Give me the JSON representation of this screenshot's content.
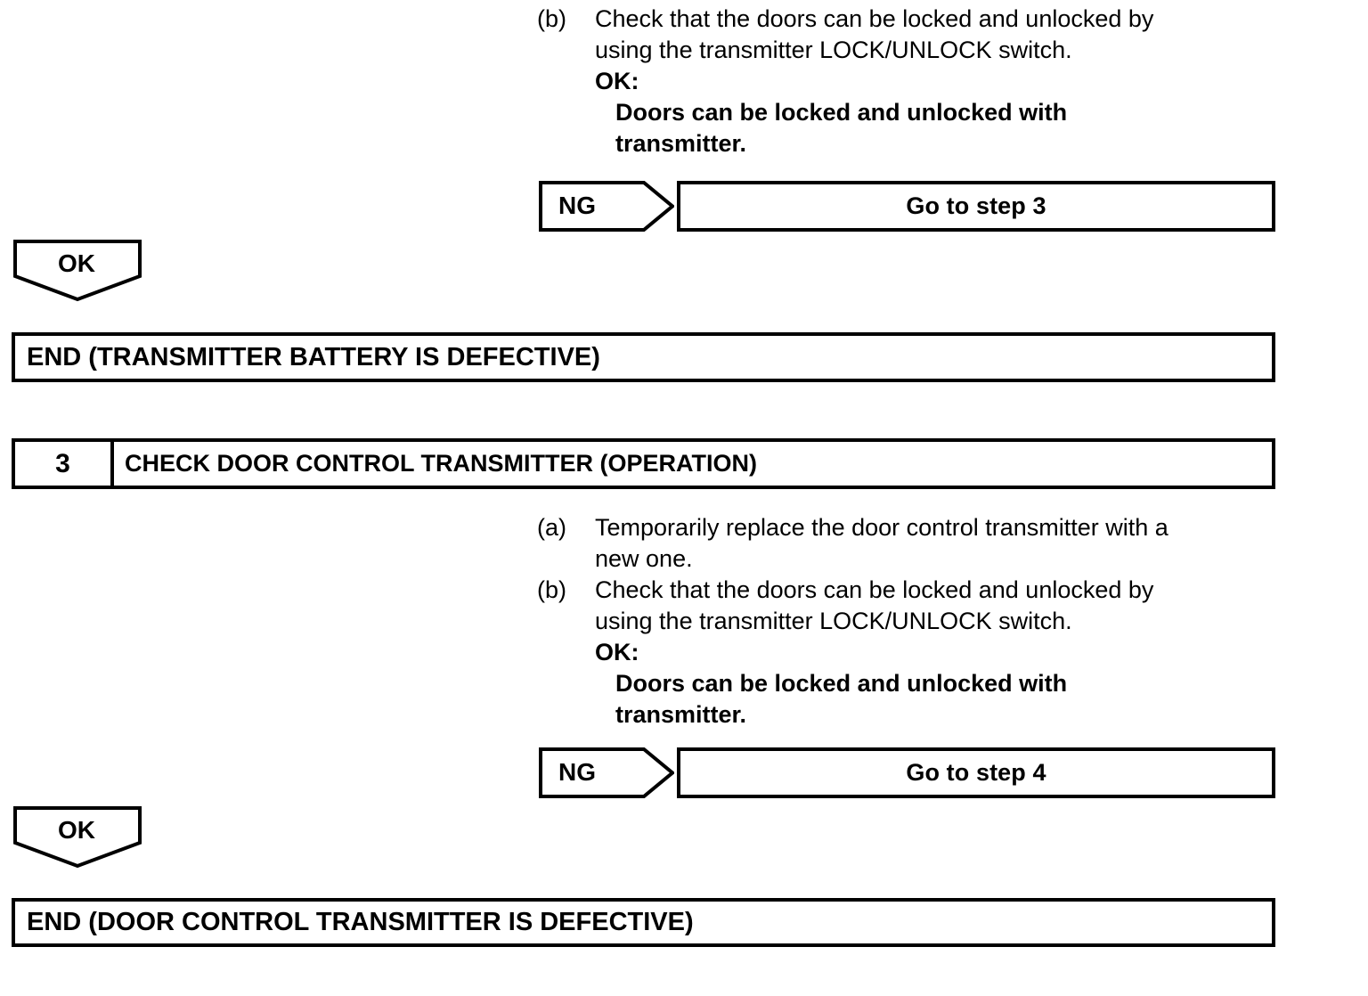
{
  "document": {
    "type": "troubleshooting-flowchart",
    "line_color": "#000000",
    "background_color": "#ffffff"
  },
  "blocks": {
    "step2_continued": {
      "instructions": [
        {
          "marker": "(b)",
          "lines": [
            "Check that the doors can be locked and unlocked by",
            "using the transmitter LOCK/UNLOCK switch."
          ]
        }
      ],
      "ok_heading": "OK:",
      "ok_detail_lines": [
        "Doors can be locked and unlocked with",
        "transmitter."
      ],
      "ng_flag": "NG",
      "ng_target": "Go to step 3",
      "ok_flag": "OK",
      "end_label": "END (TRANSMITTER BATTERY IS DEFECTIVE)"
    },
    "step3": {
      "number": "3",
      "title": "CHECK DOOR CONTROL TRANSMITTER (OPERATION)",
      "instructions": [
        {
          "marker": "(a)",
          "lines": [
            "Temporarily replace the door control transmitter with a",
            "new one."
          ]
        },
        {
          "marker": "(b)",
          "lines": [
            "Check that the doors can be locked and unlocked by",
            "using the transmitter LOCK/UNLOCK switch."
          ]
        }
      ],
      "ok_heading": "OK:",
      "ok_detail_lines": [
        "Doors can be locked and unlocked with",
        "transmitter."
      ],
      "ng_flag": "NG",
      "ng_target": "Go to step 4",
      "ok_flag": "OK",
      "end_label": "END (DOOR CONTROL TRANSMITTER IS DEFECTIVE)"
    }
  }
}
